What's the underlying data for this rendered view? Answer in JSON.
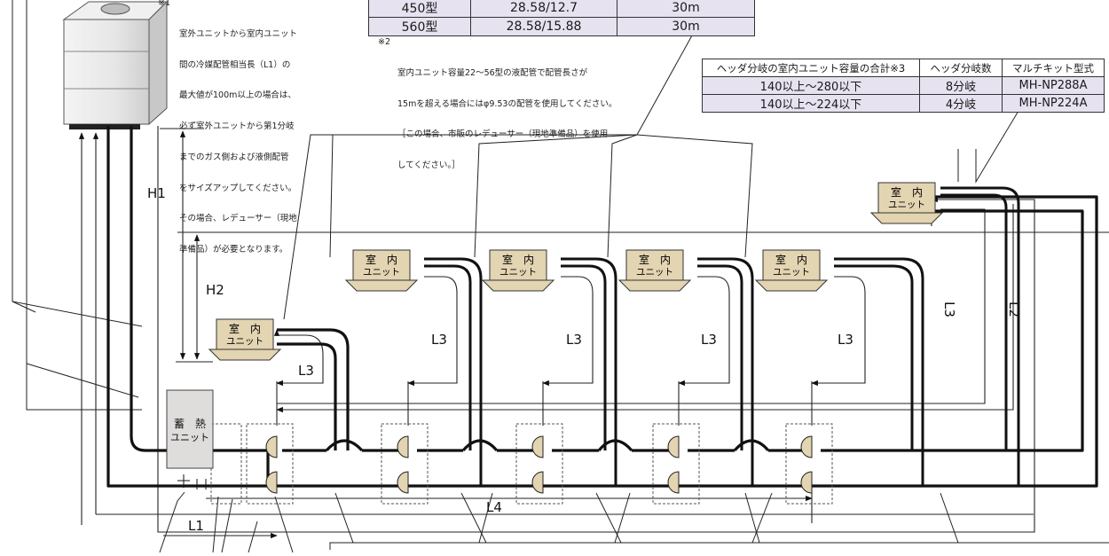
{
  "outdoor_note": {
    "mark": "※1",
    "lines": [
      "室外ユニットから室内ユニット",
      "間の冷媒配管相当長（L1）の",
      "最大値が100m以上の場合は、",
      "必ず室外ユニットから第1分岐",
      "までのガス側および液側配管",
      "をサイズアップしてください。",
      "その場合、レデューサー（現地",
      "準備品）が必要となります。"
    ]
  },
  "capacity_table": {
    "rows": [
      {
        "model": "450型",
        "pipe": "28.58/12.7",
        "length": "30m"
      },
      {
        "model": "560型",
        "pipe": "28.58/15.88",
        "length": "30m"
      }
    ]
  },
  "liquid_note": {
    "mark": "※2",
    "lines": [
      "室内ユニット容量22〜56型の液配管で配管長さが",
      "15mを超える場合にはφ9.53の配管を使用してください。",
      "［この場合、市販のレデューサー（現地準備品）を使用",
      "してください。］"
    ]
  },
  "header_table": {
    "columns": [
      "ヘッダ分岐の室内ユニット容量の合計※3",
      "ヘッダ分岐数",
      "マルチキット型式"
    ],
    "rows": [
      {
        "capacity": "140以上〜280以下",
        "branches": "8分岐",
        "kit": "MH-NP288A"
      },
      {
        "capacity": "140以上〜224以下",
        "branches": "4分岐",
        "kit": "MH-NP224A"
      }
    ]
  },
  "labels": {
    "h1": "H1",
    "h2": "H2",
    "l1": "L1",
    "l2": "L2",
    "l3": "L3",
    "l4": "L4",
    "indoor_unit": [
      "室　内",
      "ユニット"
    ],
    "storage_unit": [
      "蓄　熱",
      "ユニット"
    ]
  },
  "colors": {
    "pipe": "#111111",
    "indoor_fill": "#e3d4b2",
    "storage_fill": "#dfdcdc",
    "table_fill": "#e6e2f0",
    "outdoor_fill": "#e9e9e9"
  }
}
